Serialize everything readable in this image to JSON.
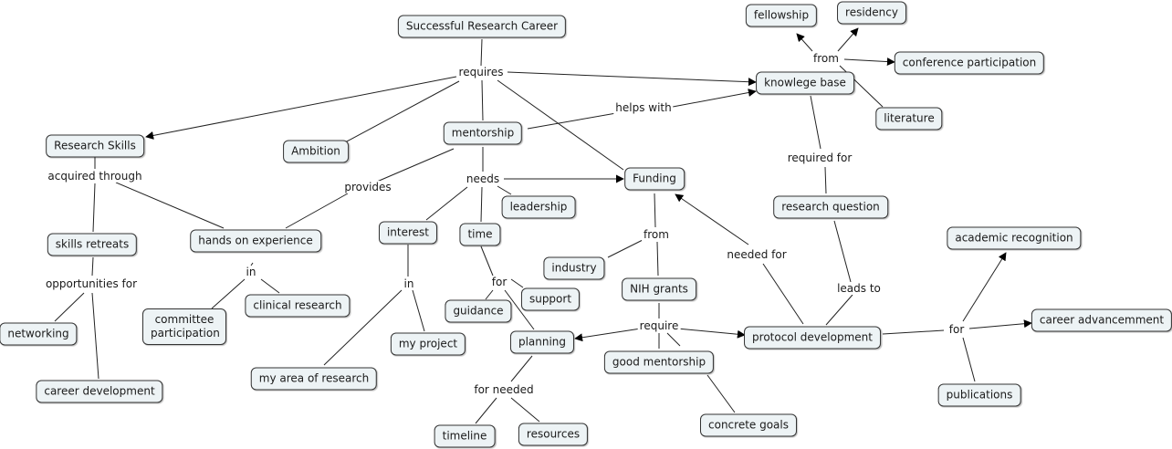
{
  "map": {
    "title": "Successful Research Career",
    "concepts": [
      {
        "id": "src",
        "text": "Successful Research Career"
      },
      {
        "id": "rs",
        "text": "Research Skills"
      },
      {
        "id": "amb",
        "text": "Ambition"
      },
      {
        "id": "ment",
        "text": "mentorship"
      },
      {
        "id": "fund",
        "text": "Funding"
      },
      {
        "id": "kb",
        "text": "knowlege base"
      },
      {
        "id": "fel",
        "text": "fellowship"
      },
      {
        "id": "res",
        "text": "residency"
      },
      {
        "id": "conf",
        "text": "conference participation"
      },
      {
        "id": "lit",
        "text": "literature"
      },
      {
        "id": "sr",
        "text": "skills retreats"
      },
      {
        "id": "hoe",
        "text": "hands on experience"
      },
      {
        "id": "net",
        "text": "networking"
      },
      {
        "id": "cd",
        "text": "career development"
      },
      {
        "id": "cp",
        "text": "committee participation"
      },
      {
        "id": "cr",
        "text": "clinical research"
      },
      {
        "id": "int",
        "text": "interest"
      },
      {
        "id": "time",
        "text": "time"
      },
      {
        "id": "lead",
        "text": "leadership"
      },
      {
        "id": "mp",
        "text": "my project"
      },
      {
        "id": "maor",
        "text": "my area of research"
      },
      {
        "id": "guid",
        "text": "guidance"
      },
      {
        "id": "sup",
        "text": "support"
      },
      {
        "id": "plan",
        "text": "planning"
      },
      {
        "id": "ind",
        "text": "industry"
      },
      {
        "id": "nih",
        "text": "NIH grants"
      },
      {
        "id": "gm",
        "text": "good mentorship"
      },
      {
        "id": "tl",
        "text": "timeline"
      },
      {
        "id": "resrc",
        "text": "resources"
      },
      {
        "id": "cg",
        "text": "concrete goals"
      },
      {
        "id": "rq",
        "text": "research question"
      },
      {
        "id": "pd",
        "text": "protocol development"
      },
      {
        "id": "ar",
        "text": "academic recognition"
      },
      {
        "id": "ca",
        "text": "career advancemment"
      },
      {
        "id": "pub",
        "text": "publications"
      }
    ],
    "link_phrases": [
      {
        "id": "requires",
        "text": "requires"
      },
      {
        "id": "from1",
        "text": "from"
      },
      {
        "id": "helps",
        "text": "helps with"
      },
      {
        "id": "acq",
        "text": "acquired through"
      },
      {
        "id": "provides",
        "text": "provides"
      },
      {
        "id": "needs",
        "text": "needs"
      },
      {
        "id": "opp",
        "text": "opportunities for"
      },
      {
        "id": "in1",
        "text": "in"
      },
      {
        "id": "in2",
        "text": "in"
      },
      {
        "id": "for1",
        "text": "for"
      },
      {
        "id": "from2",
        "text": "from"
      },
      {
        "id": "require",
        "text": "require"
      },
      {
        "id": "forneeded",
        "text": "for needed"
      },
      {
        "id": "reqfor",
        "text": "required for"
      },
      {
        "id": "neededfor",
        "text": "needed for"
      },
      {
        "id": "leadsto",
        "text": "leads to"
      },
      {
        "id": "for2",
        "text": "for"
      }
    ]
  }
}
